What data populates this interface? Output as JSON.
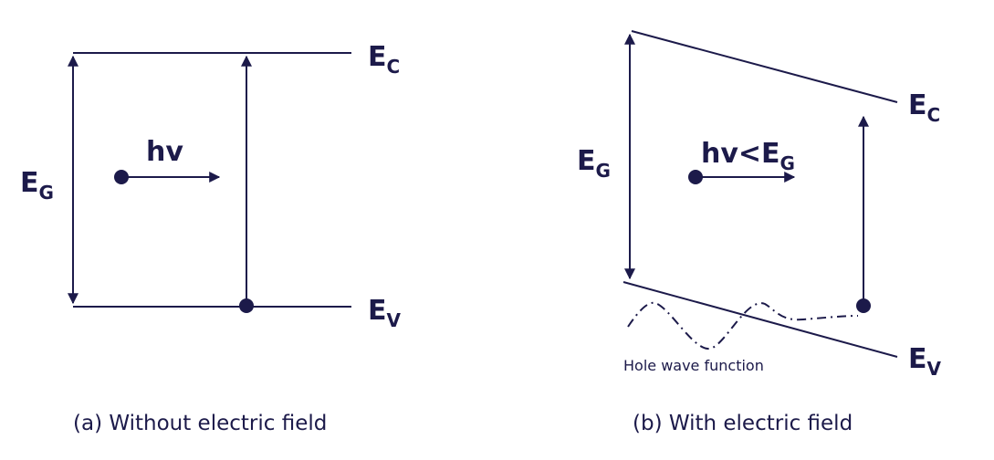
{
  "panel_a": {
    "caption": "(a) Without electric field",
    "ec": {
      "main": "E",
      "sub": "C"
    },
    "ev": {
      "main": "E",
      "sub": "V"
    },
    "eg": {
      "main": "E",
      "sub": "G"
    },
    "photon": "hv"
  },
  "panel_b": {
    "caption": "(b) With electric field",
    "ec": {
      "main": "E",
      "sub": "C"
    },
    "ev": {
      "main": "E",
      "sub": "V"
    },
    "eg": {
      "main": "E",
      "sub": "G"
    },
    "photon": "hv<E",
    "photon_sub": "G",
    "wave_label": "Hole wave function"
  },
  "colors": {
    "ink": "#1c1a4a"
  }
}
